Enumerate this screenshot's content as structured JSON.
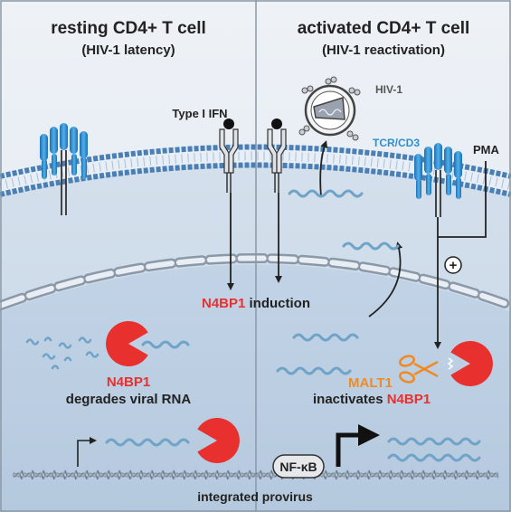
{
  "panels": {
    "left": {
      "title": "resting CD4+ T cell",
      "subtitle": "(HIV-1 latency)"
    },
    "right": {
      "title": "activated CD4+ T cell",
      "subtitle": "(HIV-1 reactivation)"
    }
  },
  "labels": {
    "type1_ifn": "Type I IFN",
    "hiv1": "HIV-1",
    "tcr_cd3": "TCR/CD3",
    "pma": "PMA",
    "plus": "+",
    "induction_prefix": "N4BP1",
    "induction_suffix": " induction",
    "left_n4bp1": "N4BP1",
    "degrades": "degrades viral RNA",
    "malt1": "MALT1",
    "inactivates_prefix": "inactivates ",
    "inactivates_n4bp1": "N4BP1",
    "nfkb": "NF-κB",
    "provirus": "integrated provirus"
  },
  "colors": {
    "n4bp1_red": "#e8312f",
    "malt1_orange": "#f08a24",
    "tcr_blue": "#2f8fd0",
    "membrane_blue": "#4a7fb5",
    "cytoplasm": "#cfdceb",
    "nucleus": "#c5d6e8",
    "background": "#e3eaf3"
  },
  "icons": {
    "receptor": "ifn-receptor-icon",
    "tcr": "tcr-cd3-complex-icon",
    "virion": "hiv-virion-icon",
    "pacman": "n4bp1-pacman-icon",
    "scissors": "scissors-icon"
  }
}
